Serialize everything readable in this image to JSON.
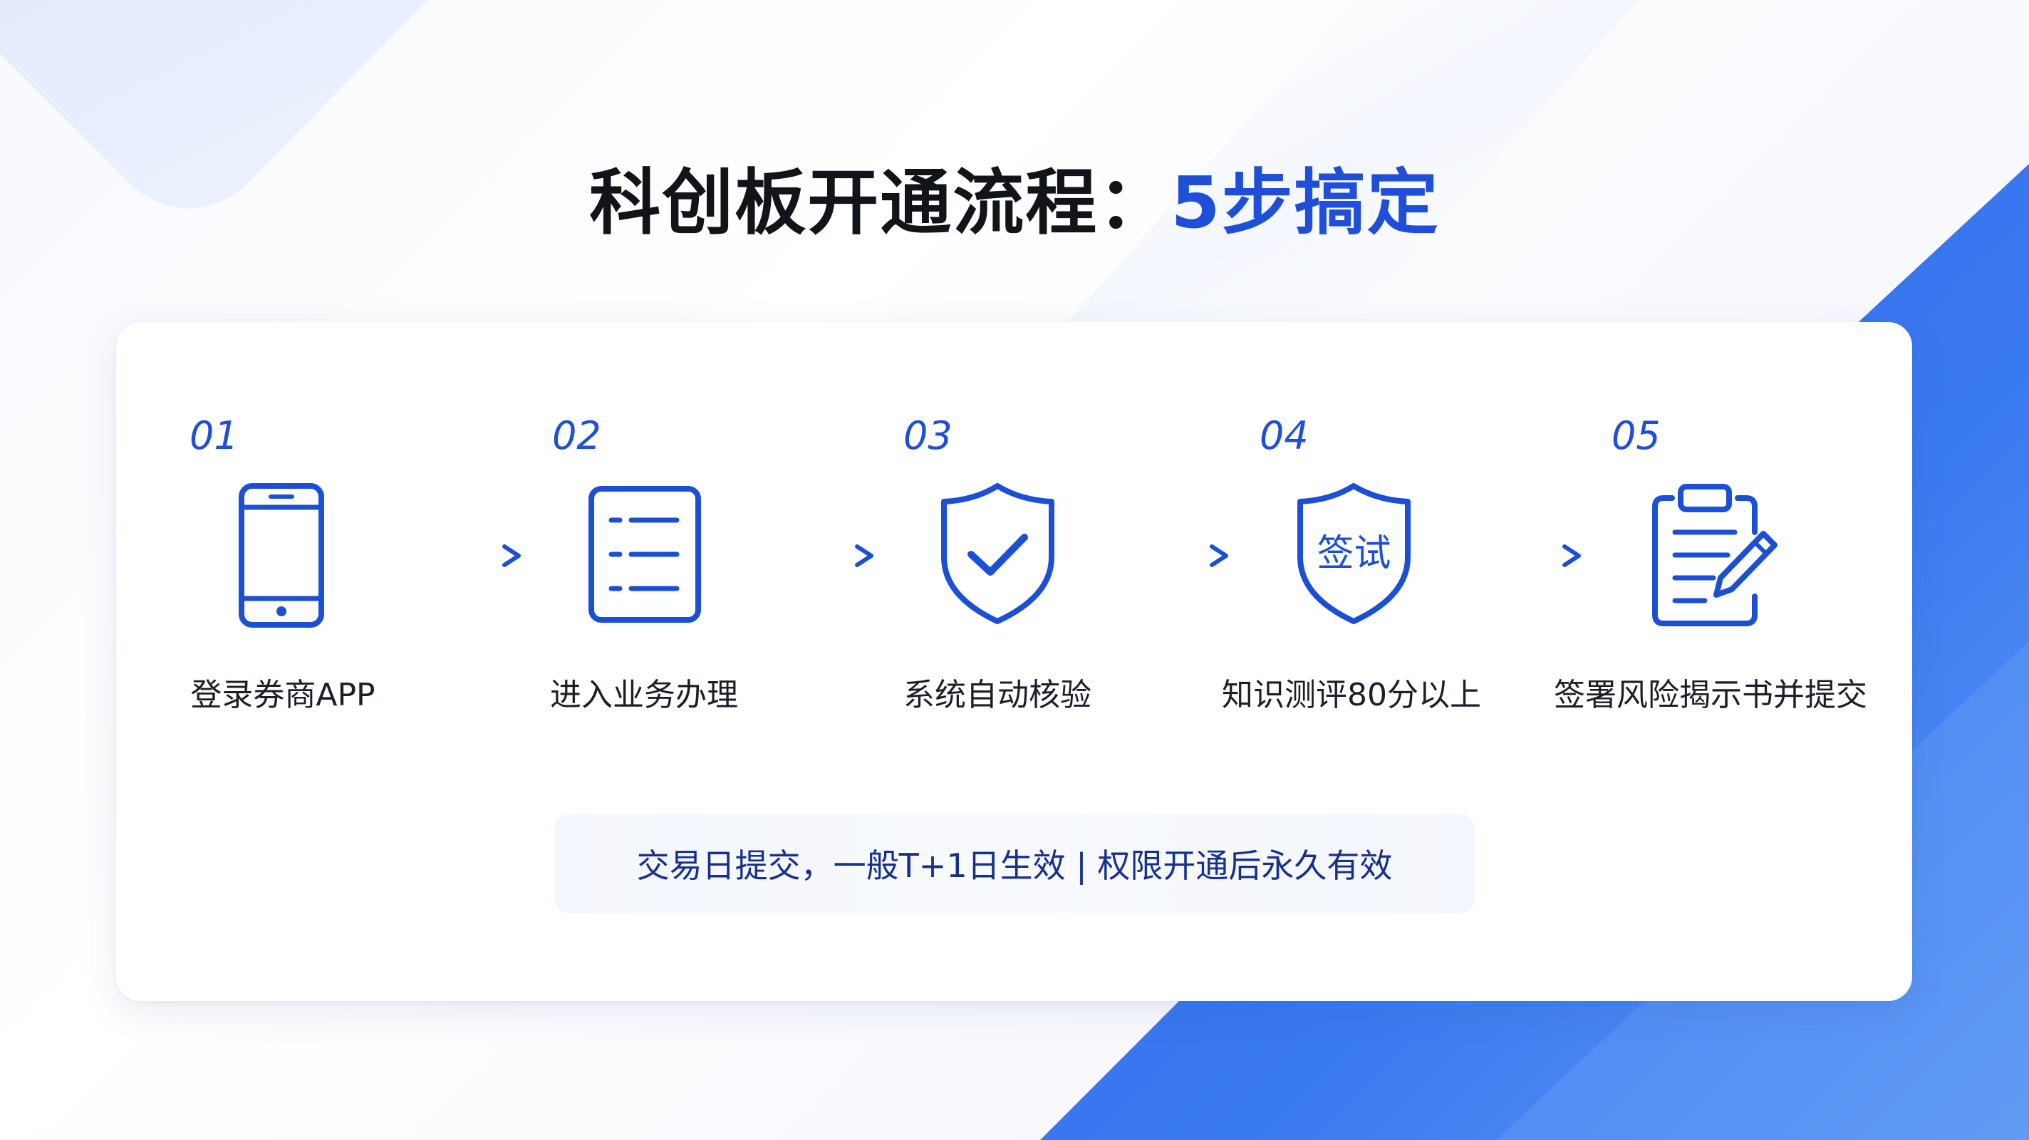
{
  "title": {
    "main": "科创板开通流程：",
    "highlight": "5步搞定"
  },
  "colors": {
    "accent": "#1f4fd8",
    "icon_stroke": "#1b4fd6",
    "background_blue": "#3a74ee",
    "note_text": "#16308c"
  },
  "steps": [
    {
      "number": "01",
      "label": "登录券商APP",
      "icon": "smartphone-icon"
    },
    {
      "number": "02",
      "label": "进入业务办理",
      "icon": "list-document-icon"
    },
    {
      "number": "03",
      "label": "系统自动核验",
      "icon": "shield-check-icon"
    },
    {
      "number": "04",
      "label": "知识测评80分以上",
      "icon": "exam-shield-icon",
      "icon_text": "签试"
    },
    {
      "number": "05",
      "label": "签署风险揭示书并提交",
      "icon": "clipboard-pen-icon"
    }
  ],
  "note": "交易日提交，一般T+1日生效 | 权限开通后永久有效"
}
